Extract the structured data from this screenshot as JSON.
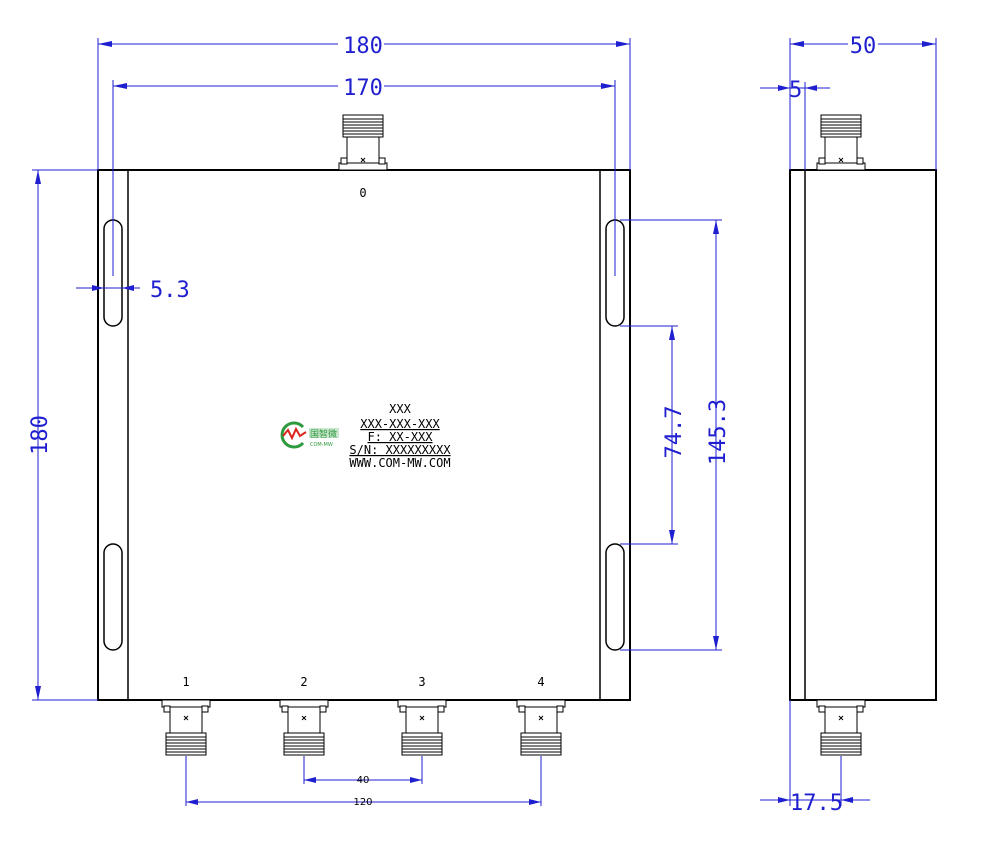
{
  "dimensions": {
    "width_total": "180",
    "width_mount": "170",
    "height_total": "180",
    "slot_width": "5.3",
    "slot_inner": "74.7",
    "slot_outer": "145.3",
    "side_depth": "50",
    "side_offset": "5",
    "side_connector": "17.5",
    "port_pitch": "40",
    "port_span": "120"
  },
  "ports": {
    "input": "0",
    "outputs": [
      "1",
      "2",
      "3",
      "4"
    ]
  },
  "nameplate": {
    "line1": "XXX",
    "line2": "XXX-XXX-XXX",
    "line3": "F: XX-XXX",
    "line4": "S/N: XXXXXXXXX",
    "line5": "WWW.COM-MW.COM",
    "logo_text": "国智微",
    "logo_sub": "COM-MW"
  },
  "colors": {
    "outline": "#000000",
    "dimension": "#1f1fd0",
    "logo_green": "#2e9a3e",
    "logo_red": "#d9261c"
  }
}
